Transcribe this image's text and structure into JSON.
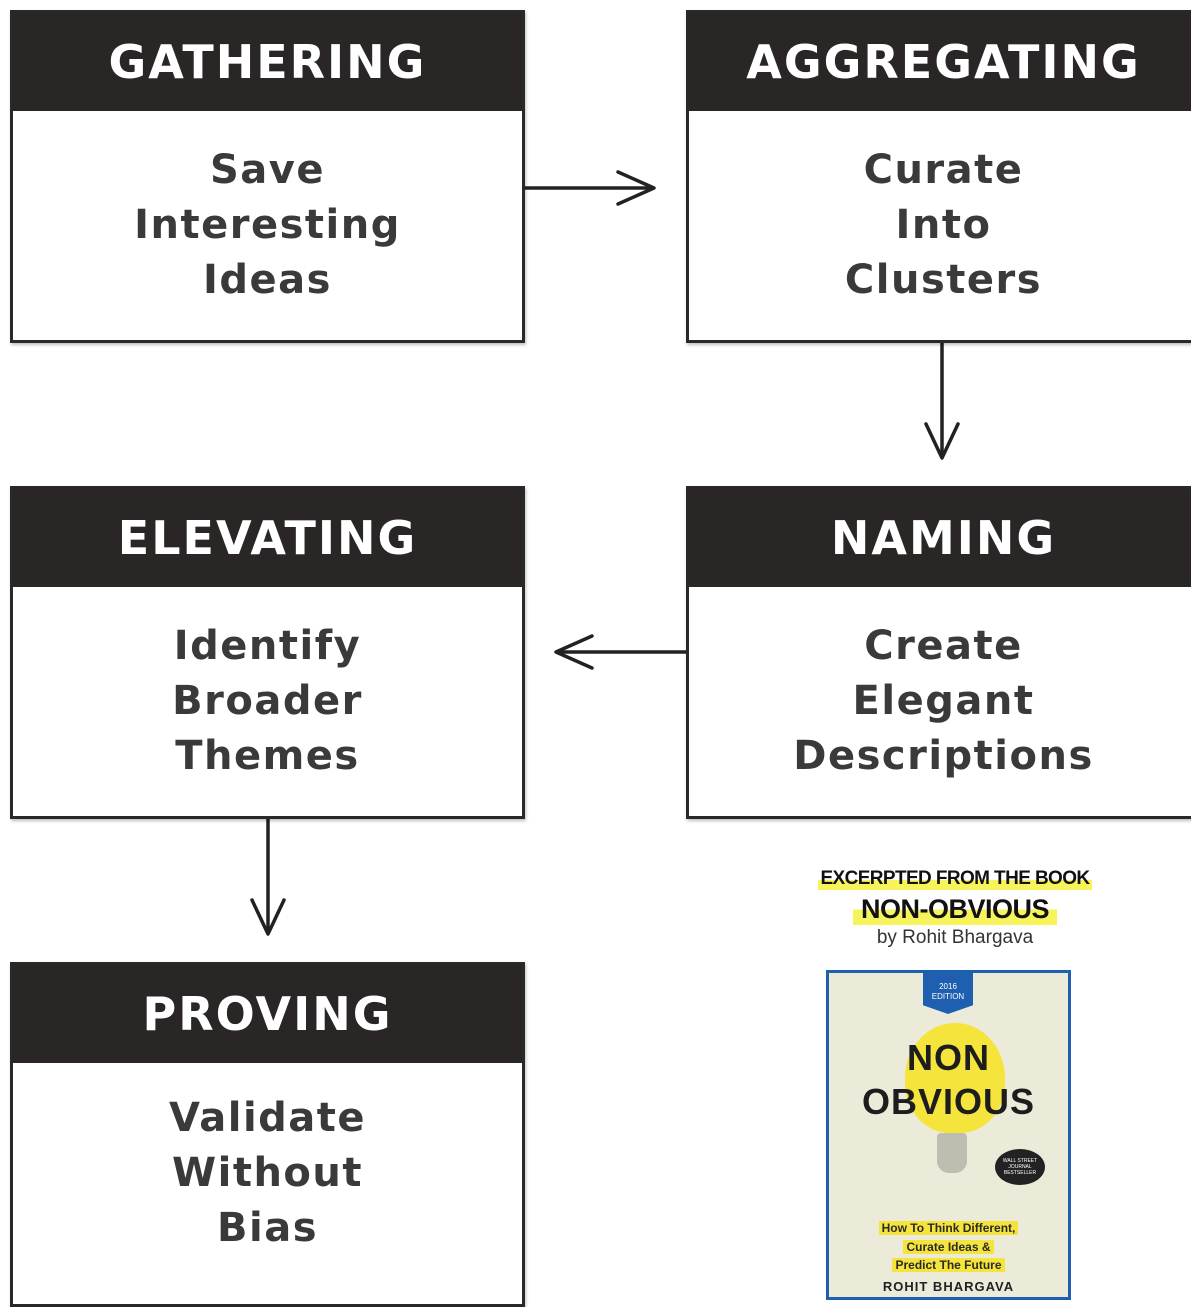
{
  "steps": {
    "gathering": {
      "title": "GATHERING",
      "lines": [
        "Save",
        "Interesting",
        "Ideas"
      ]
    },
    "aggregating": {
      "title": "AGGREGATING",
      "lines": [
        "Curate",
        "Into",
        "Clusters"
      ]
    },
    "elevating": {
      "title": "ELEVATING",
      "lines": [
        "Identify",
        "Broader",
        "Themes"
      ]
    },
    "naming": {
      "title": "NAMING",
      "lines": [
        "Create",
        "Elegant",
        "Descriptions"
      ]
    },
    "proving": {
      "title": "PROVING",
      "lines": [
        "Validate",
        "Without",
        "Bias"
      ]
    }
  },
  "excerpt": {
    "kicker": "EXCERPTED FROM THE BOOK",
    "title": "NON-OBVIOUS",
    "author": "by Rohit Bhargava"
  },
  "book": {
    "edition": "2016 EDITION",
    "title_line1": "NON",
    "title_line2": "OBVIOUS",
    "seal": "WALL STREET JOURNAL BESTSELLER",
    "tagline": [
      "How To Think Different,",
      "Curate Ideas &",
      "Predict The Future"
    ],
    "author": "ROHIT BHARGAVA"
  },
  "colors": {
    "header_bg": "#2a2626",
    "header_text": "#ffffff",
    "body_text": "#3a3a3a",
    "book_blue": "#1f5fb0",
    "highlight_yellow": "#f7f35a"
  }
}
